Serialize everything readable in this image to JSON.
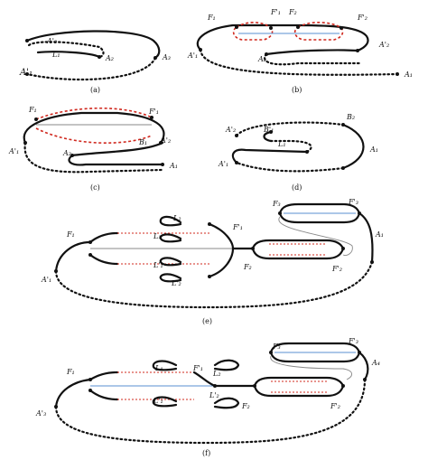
{
  "panels": {
    "a": {
      "caption": "(a)",
      "labels": {
        "A2p": "A'₂",
        "L1": "L₁",
        "A2": "A₂",
        "A3": "A₃",
        "A1p": "A'₁"
      }
    },
    "b": {
      "caption": "(b)",
      "labels": {
        "F1": "F₁",
        "F1p": "F'₁",
        "F2": "F₂",
        "F2p": "F'₂",
        "A2p": "A'₂",
        "A1p": "A'₁",
        "A2": "A₂",
        "A1": "A₁"
      }
    },
    "c": {
      "caption": "(c)",
      "labels": {
        "F1": "F₁",
        "F1p": "F'₁",
        "B1": "B₁",
        "A2p": "A'₂",
        "A1p": "A'₁",
        "A2": "A₂",
        "A1": "A₁"
      }
    },
    "d": {
      "caption": "(d)",
      "labels": {
        "A2p": "A'₂",
        "Bp": "B'₁",
        "B2": "B₂",
        "L1": "L₁",
        "A1": "A₁",
        "A1p": "A'₁"
      }
    },
    "e": {
      "caption": "(e)",
      "labels": {
        "L2": "L₂",
        "L1": "L₁",
        "L1p": "L'₁",
        "L2p": "L'₂",
        "F1": "F₁",
        "F1p": "F'₁",
        "F2": "F₂",
        "F2p": "F'₂",
        "F3": "F₃",
        "F3p": "F'₃",
        "A1": "A₁",
        "A1p": "A'₁"
      }
    },
    "f": {
      "caption": "(f)",
      "labels": {
        "F1": "F₁",
        "L1": "L₁",
        "L1p": "L'₁",
        "F1p": "F'₁",
        "L2": "L₂",
        "L2p": "L'₂",
        "F2": "F₂",
        "F2p": "F'₂",
        "F3": "F₃",
        "F3p": "F'₃",
        "A4": "A₄",
        "A3p": "A'₃"
      }
    }
  }
}
